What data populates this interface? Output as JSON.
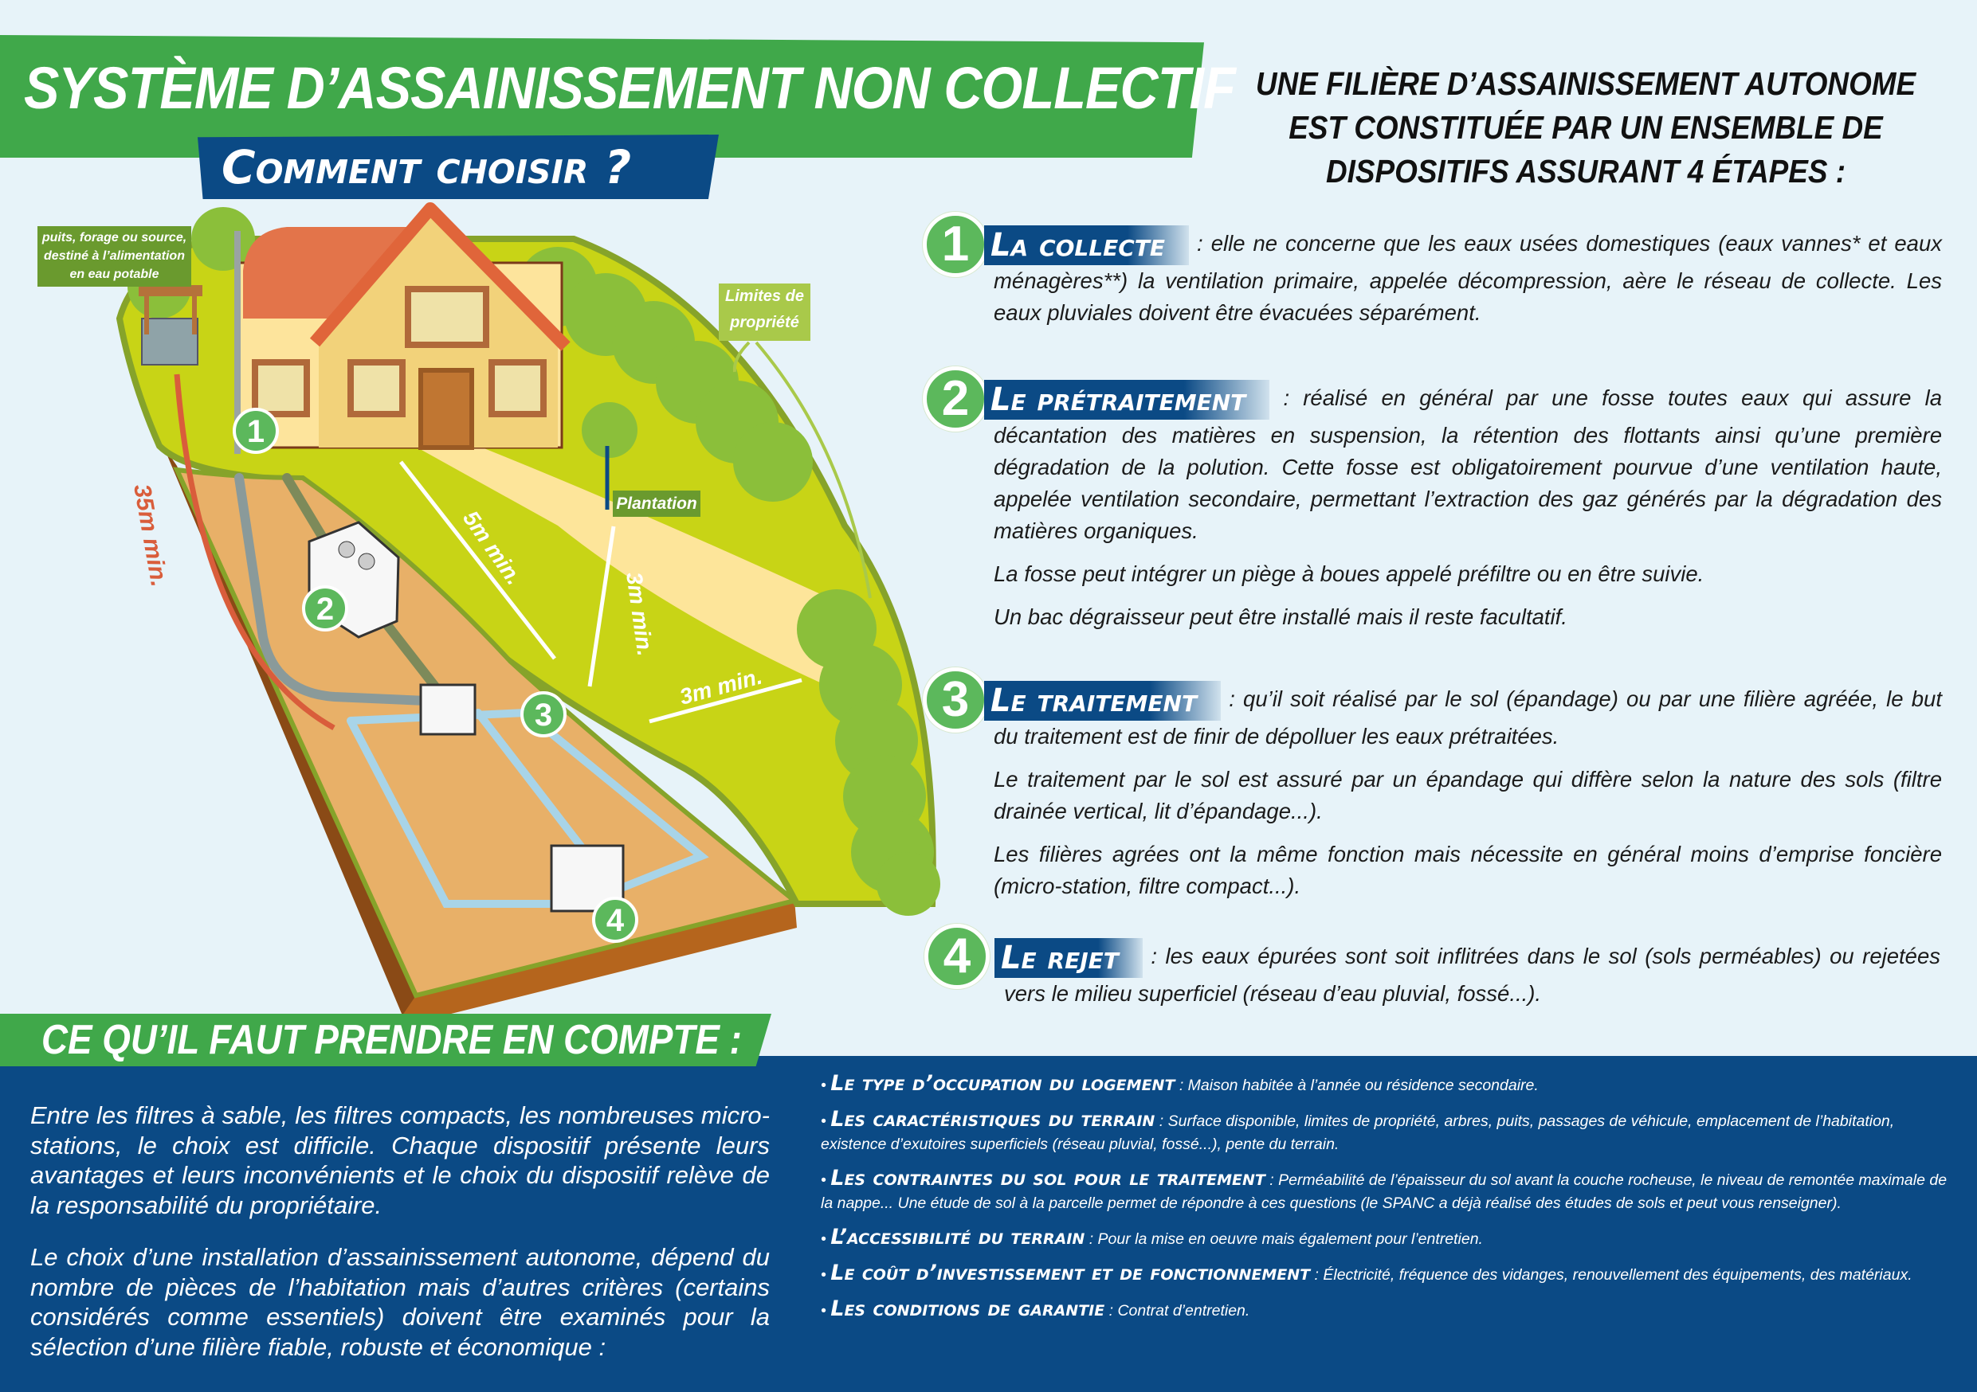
{
  "header": {
    "title": "SYSTÈME D’ASSAINISSEMENT NON COLLECTIF",
    "subtitle": "Comment choisir ?"
  },
  "intro": "UNE FILIÈRE D’ASSAINISSEMENT AUTONOME EST CONSTITUÉE PAR UN ENSEMBLE DE DISPOSITIFS ASSURANT 4 ÉTAPES :",
  "steps": [
    {
      "number": "1",
      "title": "La collecte",
      "paragraphs": [
        ": elle ne concerne que les eaux usées domestiques (eaux vannes* et eaux ménagères**) la ventilation primaire, appelée décompression, aère le réseau de collecte. Les eaux pluviales doivent être évacuées séparément."
      ]
    },
    {
      "number": "2",
      "title": "Le prétraitement",
      "paragraphs": [
        ": réalisé en général par une fosse toutes eaux qui assure la décantation des matières en suspension, la rétention des flottants ainsi qu’une première dégradation de la polution. Cette fosse est obligatoirement pourvue d’une ventilation haute, appelée ventilation secondaire, permettant l’extraction des gaz générés par la dégradation des matières organiques.",
        "La fosse peut intégrer un piège à boues appelé préfiltre ou en être suivie.",
        "Un bac dégraisseur peut être installé mais il reste facultatif."
      ]
    },
    {
      "number": "3",
      "title": "Le traitement",
      "paragraphs": [
        ": qu’il soit réalisé par le sol (épandage) ou par une filière agréée, le but du traitement est de finir de dépolluer les eaux prétraitées.",
        "Le traitement par le sol est assuré par un épandage qui diffère selon la nature des sols (filtre drainée vertical, lit d’épandage...).",
        "Les filières agrées ont la même fonction mais nécessite en général moins d’emprise foncière (micro-station, filtre compact...)."
      ]
    },
    {
      "number": "4",
      "title": "Le rejet",
      "paragraphs": [
        ": les eaux épurées sont soit inflitrées dans le sol (sols perméables) ou rejetées vers le milieu superficiel (réseau d’eau pluvial, fossé...)."
      ]
    }
  ],
  "illustration": {
    "well_label": "puits, forage ou source, destiné à l’alimentation en eau potable",
    "limits_label_1": "Limites de",
    "limits_label_2": "propriété",
    "plantation_label": "Plantation",
    "dist_35": "35m min.",
    "dist_5": "5m min.",
    "dist_3a": "3m min.",
    "dist_3b": "3m min.",
    "markers": [
      "1",
      "2",
      "3",
      "4"
    ]
  },
  "consider": {
    "title": "CE QU’IL FAUT PRENDRE EN COMPTE :",
    "paragraphs": [
      "Entre les filtres à sable, les filtres compacts, les nombreuses micro-stations, le choix est difficile. Chaque dispositif présente leurs avantages et leurs inconvénients et le choix du dispositif relève de la responsabilité du propriétaire.",
      "Le choix d’une installation d’assainissement autonome, dépend du nombre de pièces de l’habitation mais d’autres critères (certains considérés comme essentiels) doivent être examinés pour la sélection d’une filière fiable, robuste et économique :"
    ],
    "criteria": [
      {
        "title": "Le type d’occupation du logement",
        "text": " : Maison habitée à l’année ou résidence secondaire."
      },
      {
        "title": "Les caractéristiques du terrain",
        "text": " : Surface disponible, limites de propriété, arbres, puits, passages de véhicule, emplacement de l’habitation, existence d’exutoires superficiels (réseau pluvial, fossé...), pente du terrain."
      },
      {
        "title": "Les contraintes du sol pour le traitement",
        "text": " : Perméabilité de l’épaisseur du sol avant la couche rocheuse, le niveau de remontée maximale de la nappe... Une étude de sol à la parcelle permet de répondre à ces questions (le SPANC a déjà réalisé des études de sols et peut vous renseigner)."
      },
      {
        "title": "L’accessibilité du terrain",
        "text": " : Pour la mise en oeuvre mais également pour l’entretien."
      },
      {
        "title": "Le coût d’investissement et de fonctionnement",
        "text": " : Électricité, fréquence des vidanges, renouvellement des équipements, des matériaux."
      },
      {
        "title": "Les conditions de garantie",
        "text": " : Contrat d’entretien."
      }
    ]
  },
  "colors": {
    "green": "#40a84a",
    "blue": "#0b4a85",
    "background": "#e7f3f9",
    "step_circle": "#5cb85c"
  }
}
